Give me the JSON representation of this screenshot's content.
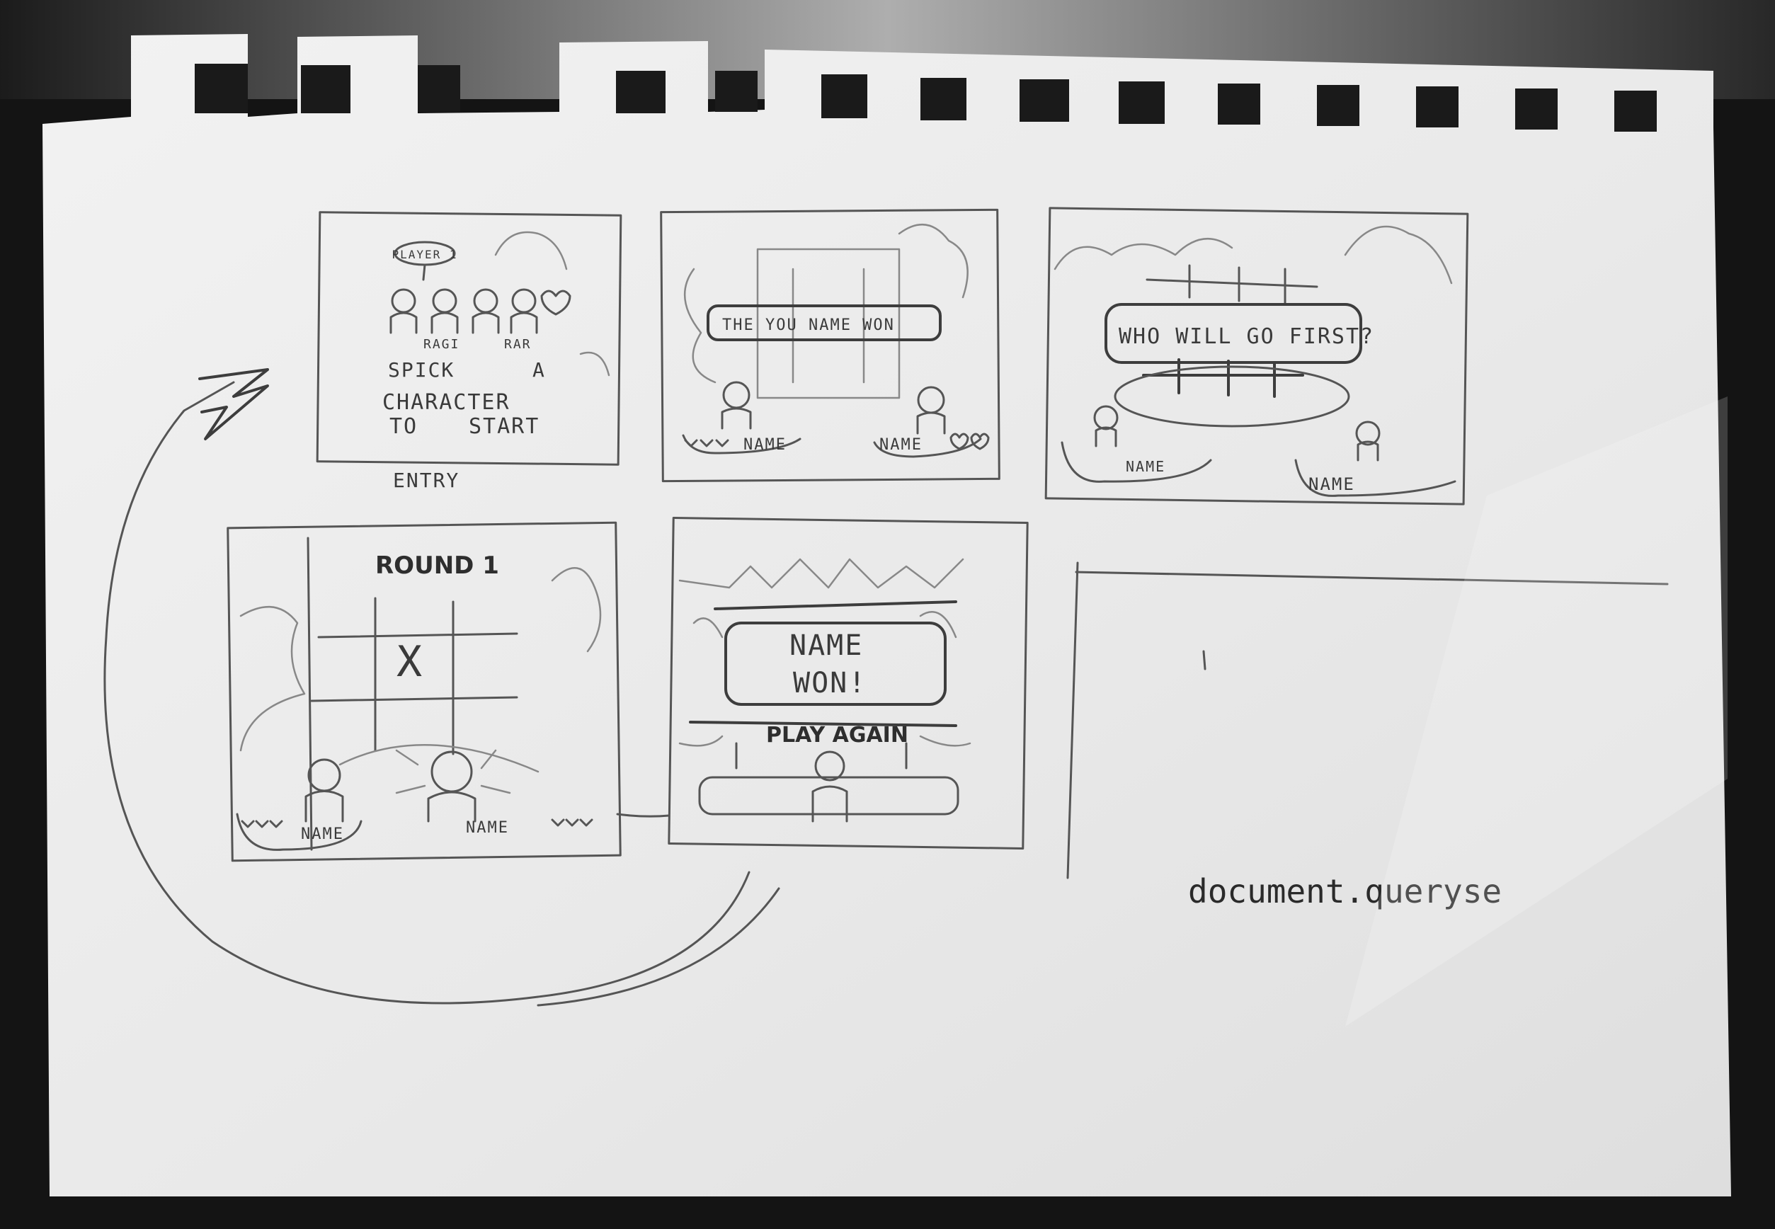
{
  "sketches": {
    "entry": {
      "bubble": "PLAYER 1",
      "name_left": "RAGI",
      "name_right": "RAR",
      "instruction_line1": "SPICK",
      "instruction_line2": "A",
      "instruction_line3": "CHARACTER",
      "instruction_line4": "TO",
      "instruction_line5": "START",
      "caption": "ENTRY"
    },
    "intro": {
      "banner": "THE YOU NAME WON",
      "left_label": "NAME",
      "right_label": "NAME"
    },
    "who_first": {
      "banner": "WHO WILL GO FIRST?",
      "left_label": "NAME",
      "right_label": "NAME"
    },
    "round": {
      "title": "ROUND 1",
      "mark": "X",
      "left_label": "NAME",
      "right_label": "NAME"
    },
    "result": {
      "line1": "NAME",
      "line2": "WON!",
      "button": "PLAY AGAIN"
    }
  },
  "note": "document.queryse",
  "colors": {
    "background": "#161616",
    "paper": "#ececec",
    "pencil": "#555555"
  }
}
